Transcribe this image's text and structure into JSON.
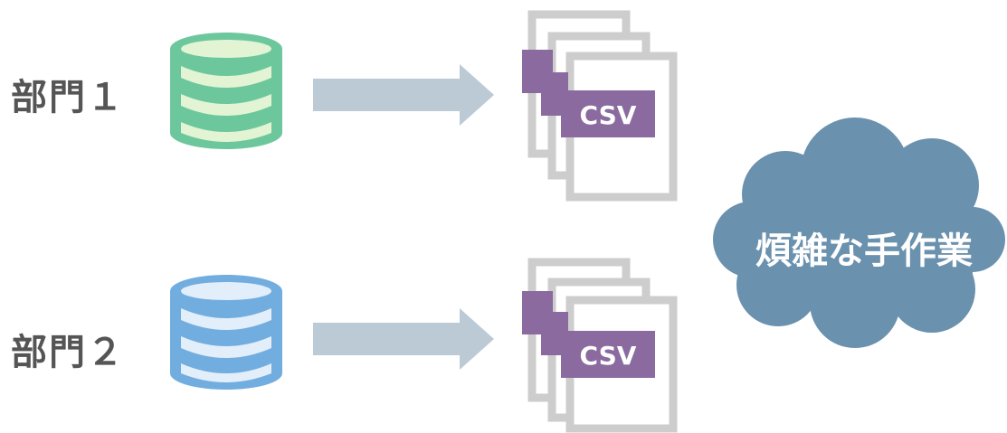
{
  "departments": [
    {
      "label": "部門１",
      "db_color": "#6dc79c",
      "db_fill": "#e2f4d3"
    },
    {
      "label": "部門２",
      "db_color": "#72ade0",
      "db_fill": "#e2eef9"
    }
  ],
  "file_label": "CSV",
  "cloud_label": "煩雑な手作業",
  "colors": {
    "arrow": "#bccad6",
    "file_border": "#cdcdcd",
    "file_tab": "#8a6a9f",
    "cloud": "#6a91ae",
    "text": "#555555"
  }
}
